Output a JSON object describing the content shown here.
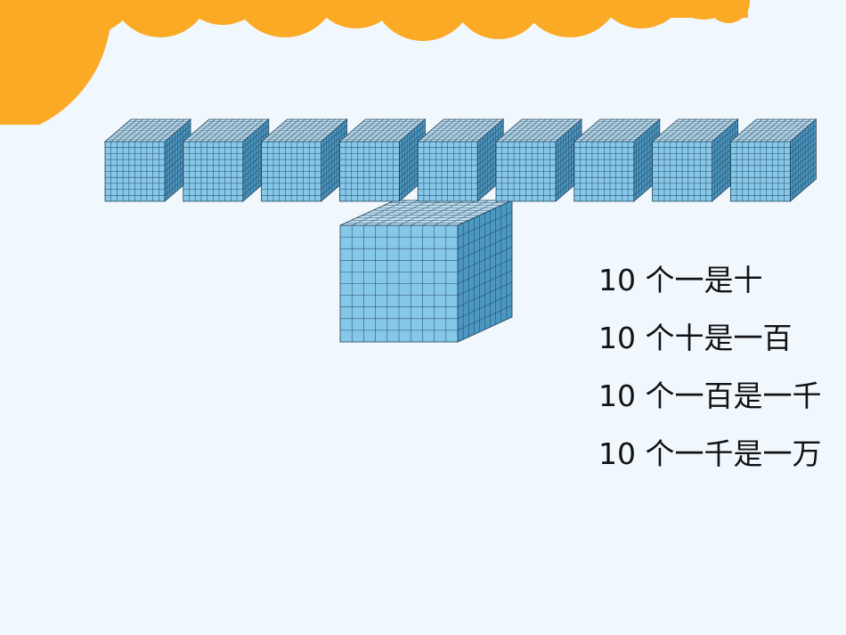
{
  "slide": {
    "statements": [
      "10 个一是十",
      "10 个十是一百",
      "10 个一百是一千",
      "10 个一千是一万"
    ]
  },
  "blocks": {
    "small_count": 9,
    "large_count": 1,
    "grid_divisions": 10
  },
  "colors": {
    "background": "#f0f8fe",
    "cloud": "#fbaa26",
    "block_front": "#86c8ea",
    "block_top": "#c2e3f5",
    "block_side": "#4b98c2",
    "grid_line": "#1f3b52"
  },
  "icons": {
    "cloud": "cloud-decoration-icon",
    "thousand_block": "thousand-cube-icon",
    "ten_thousand_block": "ten-thousand-cube-icon"
  }
}
